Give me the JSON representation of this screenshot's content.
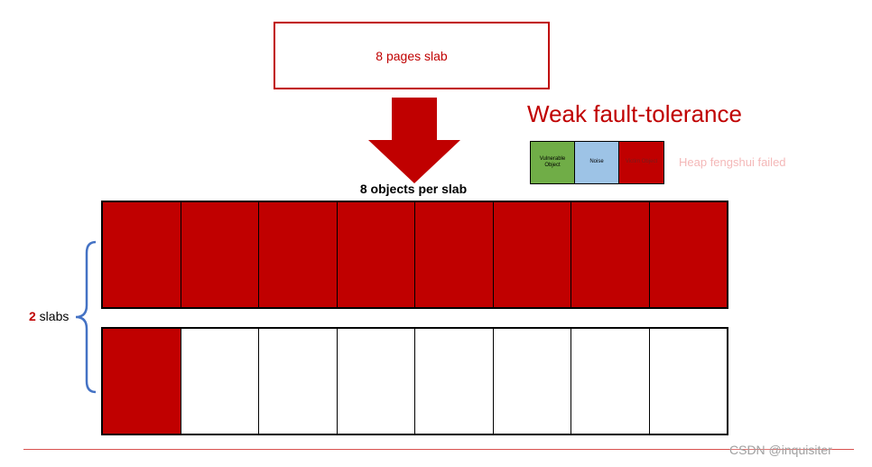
{
  "colors": {
    "accent_red": "#c00000",
    "vulnerable_green": "#70ad47",
    "noise_blue": "#9dc3e6",
    "empty_white": "#ffffff",
    "brace_blue": "#4472c4",
    "fail_pink": "#f4b8b8",
    "divider_red": "#d9534f"
  },
  "slab_box": {
    "label": "8 pages slab"
  },
  "per_slab_label": "8 objects per slab",
  "title": "Weak fault-tolerance",
  "legend": [
    {
      "label": "Vulnerable Object",
      "color": "#70ad47",
      "text_color": "#000000"
    },
    {
      "label": "Noise",
      "color": "#9dc3e6",
      "text_color": "#000000"
    },
    {
      "label": "Victim Object",
      "color": "#c00000",
      "text_color": "#7a1c1c"
    }
  ],
  "fail_note": "Heap fengshui failed",
  "slabs_label": {
    "count": "2",
    "text": " slabs"
  },
  "slabs": [
    {
      "cells": [
        "filled",
        "filled",
        "filled",
        "filled",
        "filled",
        "filled",
        "filled",
        "filled"
      ]
    },
    {
      "cells": [
        "filled",
        "empty",
        "empty",
        "empty",
        "empty",
        "empty",
        "empty",
        "empty"
      ]
    }
  ],
  "watermark": "CSDN @inquisiter"
}
